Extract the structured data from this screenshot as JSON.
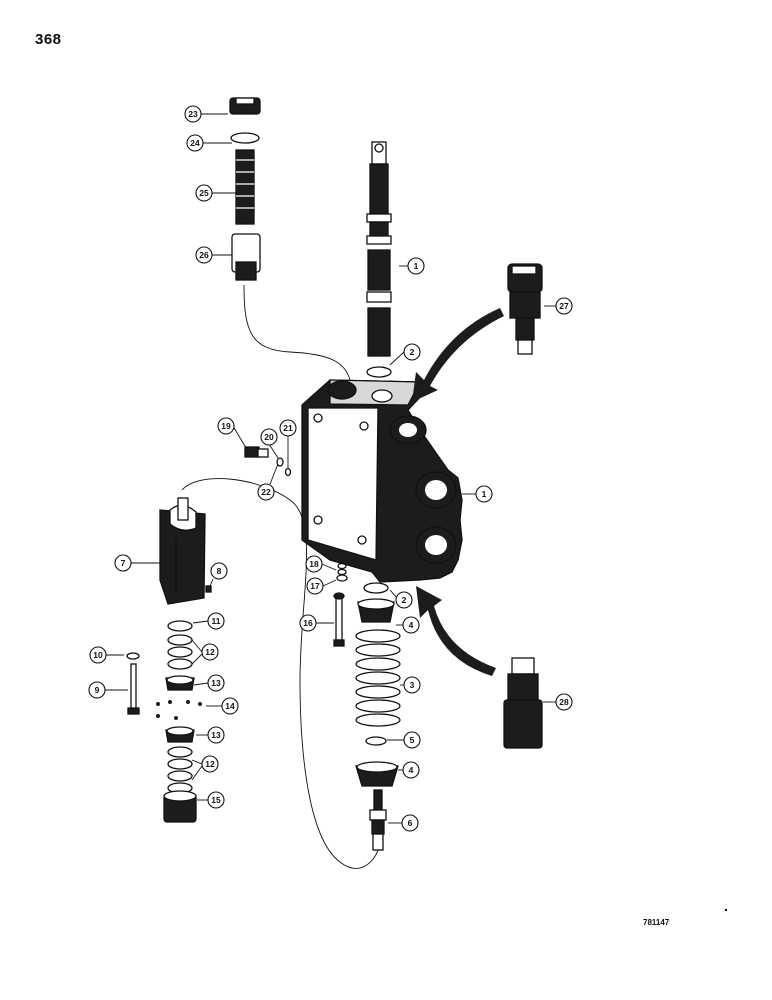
{
  "page": {
    "number": "368",
    "drawing_number": "781147"
  },
  "callouts": [
    {
      "label": "1"
    },
    {
      "label": "1"
    },
    {
      "label": "2"
    },
    {
      "label": "2"
    },
    {
      "label": "3"
    },
    {
      "label": "4"
    },
    {
      "label": "4"
    },
    {
      "label": "5"
    },
    {
      "label": "6"
    },
    {
      "label": "7"
    },
    {
      "label": "8"
    },
    {
      "label": "9"
    },
    {
      "label": "10"
    },
    {
      "label": "11"
    },
    {
      "label": "12"
    },
    {
      "label": "12"
    },
    {
      "label": "13"
    },
    {
      "label": "13"
    },
    {
      "label": "14"
    },
    {
      "label": "15"
    },
    {
      "label": "16"
    },
    {
      "label": "17"
    },
    {
      "label": "18"
    },
    {
      "label": "19"
    },
    {
      "label": "20"
    },
    {
      "label": "21"
    },
    {
      "label": "22"
    },
    {
      "label": "23"
    },
    {
      "label": "24"
    },
    {
      "label": "25"
    },
    {
      "label": "26"
    },
    {
      "label": "27"
    },
    {
      "label": "28"
    }
  ]
}
